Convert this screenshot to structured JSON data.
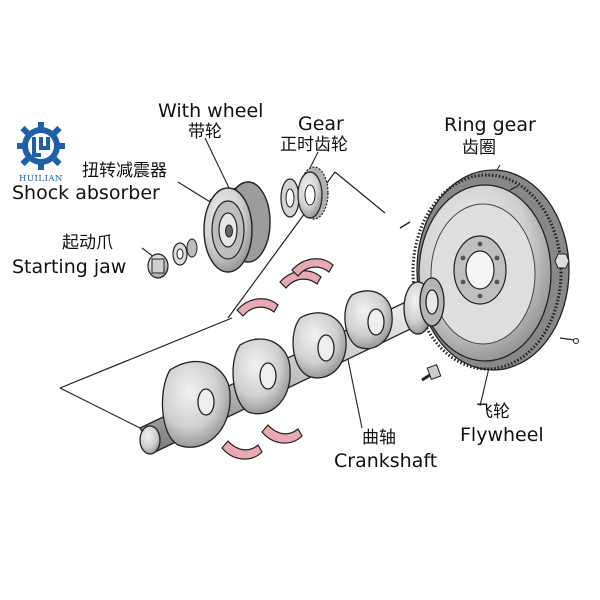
{
  "brand": {
    "logo_text": "HUILIAN",
    "logo_color": "#1f5fa8"
  },
  "colors": {
    "line": "#222222",
    "part_fill": "#dcdcdc",
    "part_shade": "#9a9a9a",
    "bearing_fill": "#e7a9b4"
  },
  "labels": {
    "with_wheel": {
      "en": "With wheel",
      "zh": "带轮"
    },
    "gear": {
      "en": "Gear",
      "zh": "正时齿轮"
    },
    "ring_gear": {
      "en": "Ring gear",
      "zh": "齿圈"
    },
    "shock_absorber": {
      "en": "Shock absorber",
      "zh": "扭转减震器"
    },
    "starting_jaw": {
      "en": "Starting jaw",
      "zh": "起动爪"
    },
    "crankshaft": {
      "en": "Crankshaft",
      "zh": "曲轴"
    },
    "flywheel": {
      "en": "Flywheel",
      "zh": "飞轮"
    }
  }
}
